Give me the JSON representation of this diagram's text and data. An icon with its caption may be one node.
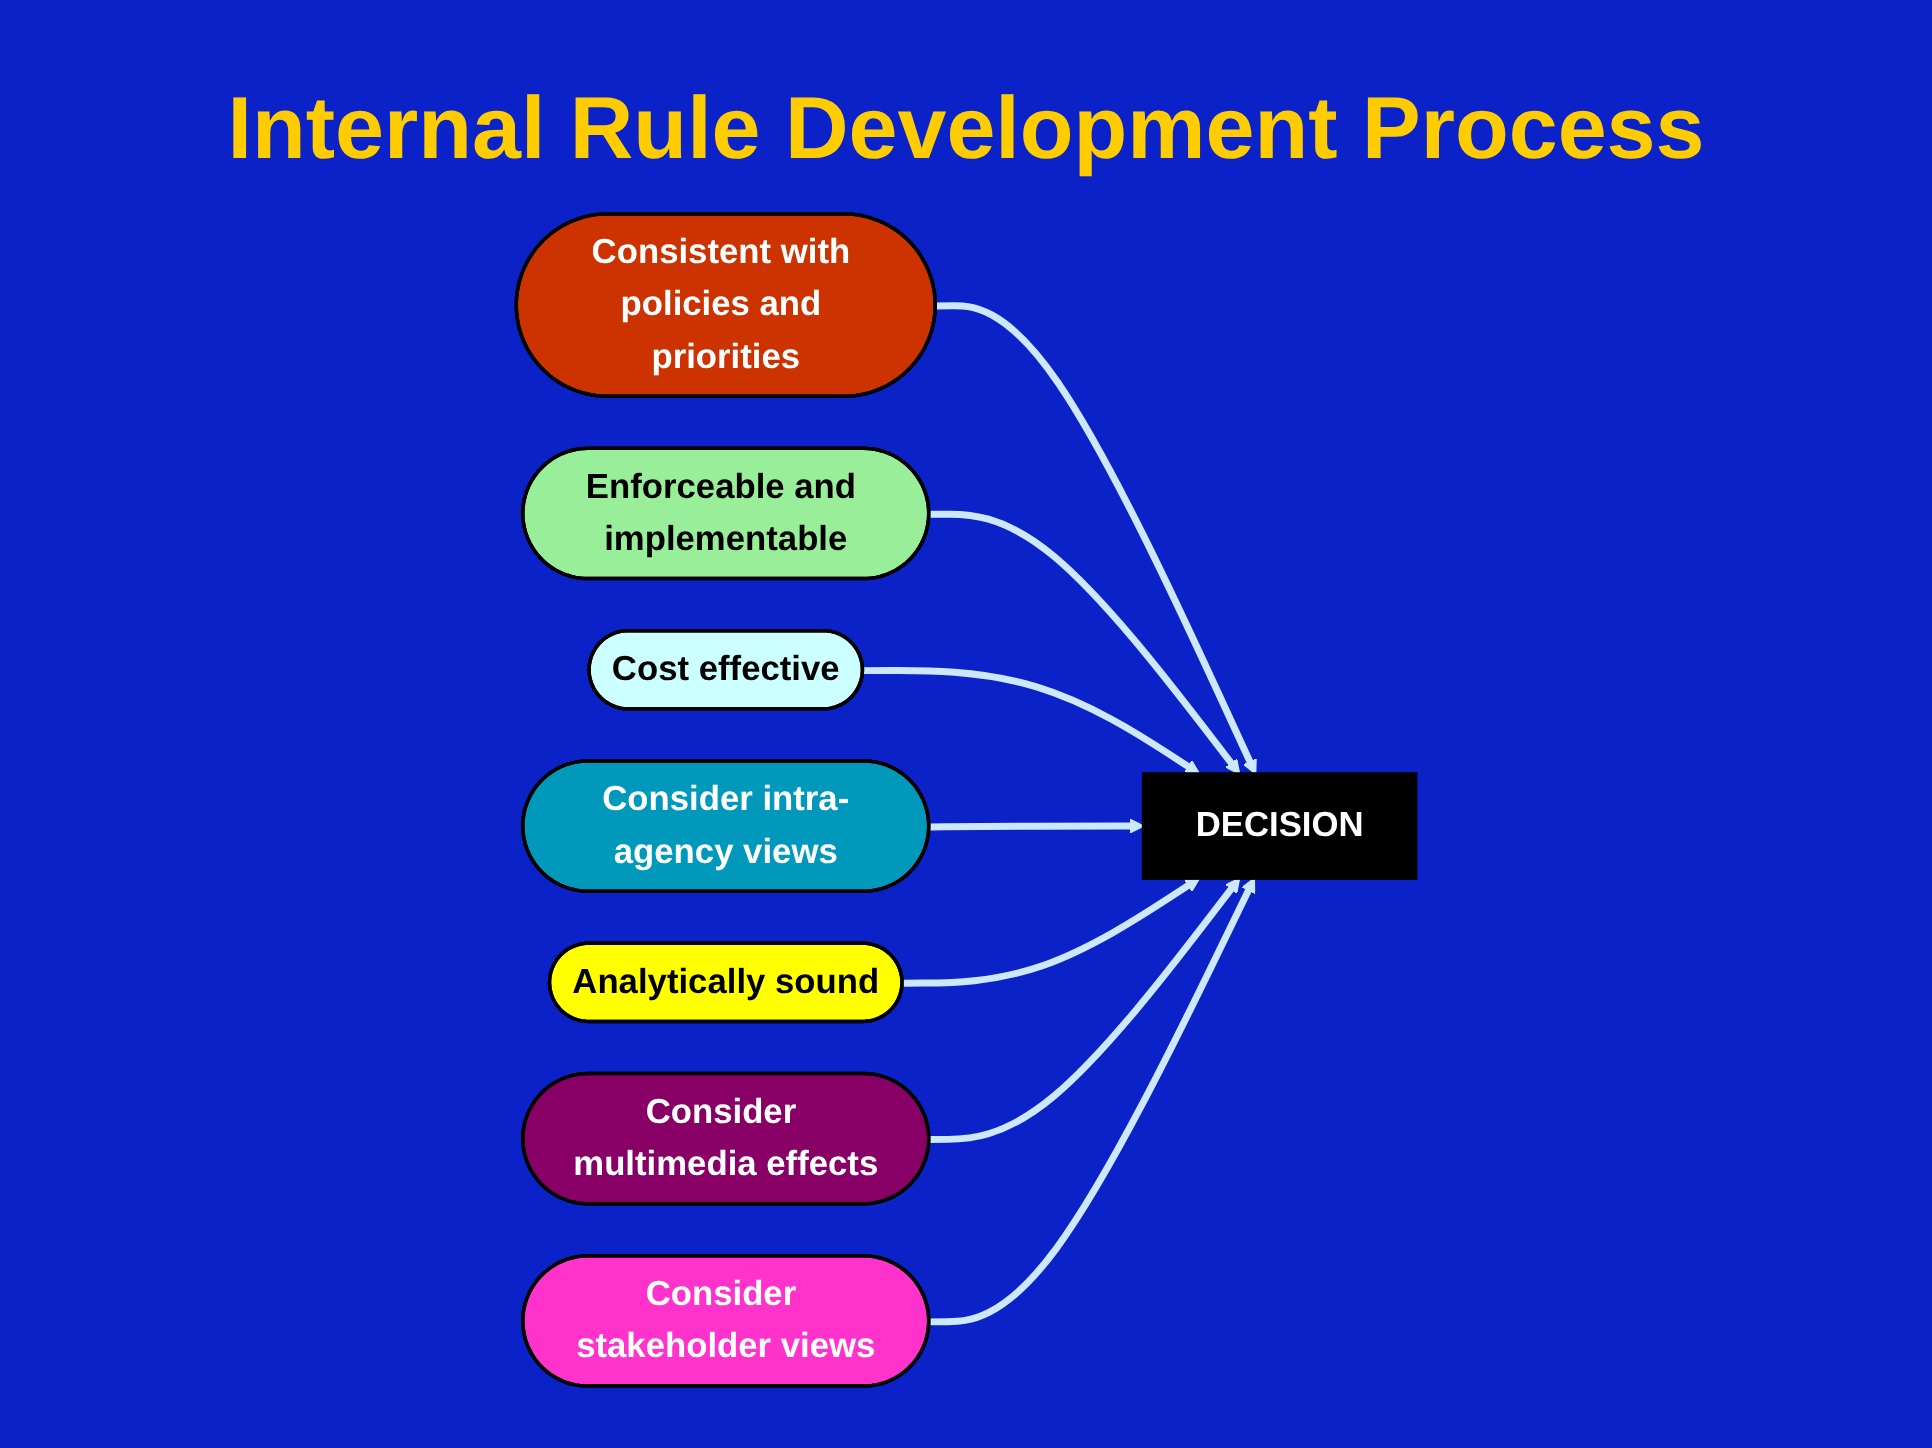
{
  "diagram": {
    "title": "Internal Rule Development Process",
    "nodes": [
      {
        "text": [
          "Consistent with policies and priorities"
        ]
      },
      {
        "text": [
          "Enforceable and implementable"
        ]
      },
      {
        "text": [
          "DECISION"
        ]
      },
      {
        "text": [
          "Cost effective"
        ]
      },
      {
        "text": [
          "Consider intra-agency views"
        ]
      },
      {
        "text": [
          "Analytically sound"
        ]
      },
      {
        "text": [
          "Consider multimedia effects"
        ]
      },
      {
        "text": [
          "Consider stakeholder views"
        ]
      }
    ],
    "edges": [
      {
        "from": 0,
        "to": 2,
        "arrow": "to"
      },
      {
        "from": 1,
        "to": 2,
        "arrow": "to"
      },
      {
        "from": 3,
        "to": 2,
        "arrow": "to"
      },
      {
        "from": 4,
        "to": 2,
        "arrow": "to"
      },
      {
        "from": 5,
        "to": 2,
        "arrow": "to"
      },
      {
        "from": 6,
        "to": 2,
        "arrow": "to"
      },
      {
        "from": 7,
        "to": 2,
        "arrow": "to"
      }
    ]
  }
}
